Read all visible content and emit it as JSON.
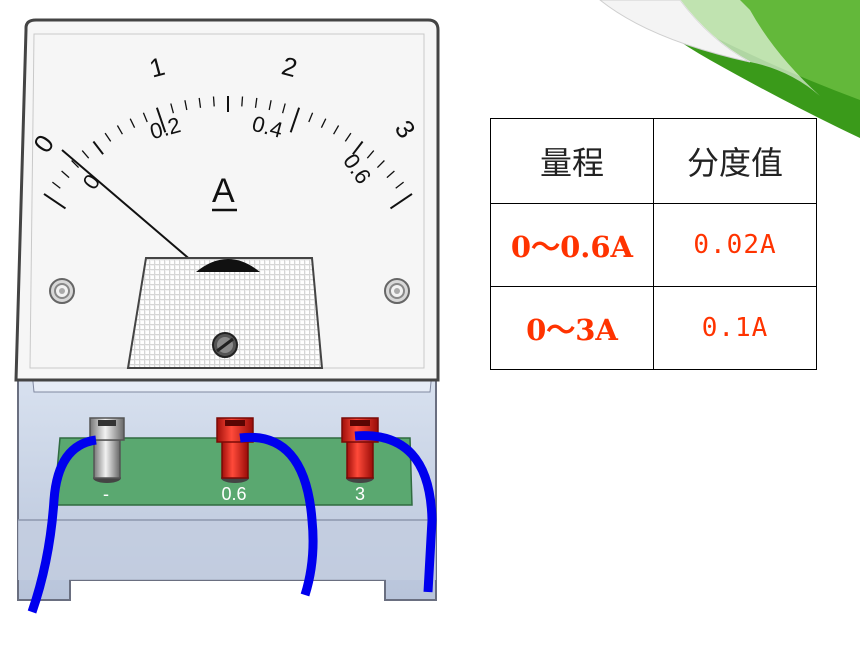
{
  "meter": {
    "unit_symbol": "A",
    "upper_scale_labels": [
      "0",
      "1",
      "2",
      "3"
    ],
    "lower_scale_labels": [
      "0",
      "0.2",
      "0.4",
      "0.6"
    ],
    "terminal_labels": [
      "-",
      "0.6",
      "3"
    ],
    "needle_reading": 0
  },
  "table": {
    "headers": [
      "量程",
      "分度值"
    ],
    "rows": [
      {
        "range": "0～0.6A",
        "division": "0.02A"
      },
      {
        "range": "0～3A",
        "division": "0.1A"
      }
    ]
  },
  "colors": {
    "wire": "#0000ee",
    "terminal_red": "#e0201a",
    "terminal_strip": "#5aa870",
    "table_text": "#ff3300",
    "corner_green": "#3a9a1a"
  },
  "icons": [
    "page-curl-icon",
    "screw-icon",
    "zero-adjust-icon"
  ]
}
